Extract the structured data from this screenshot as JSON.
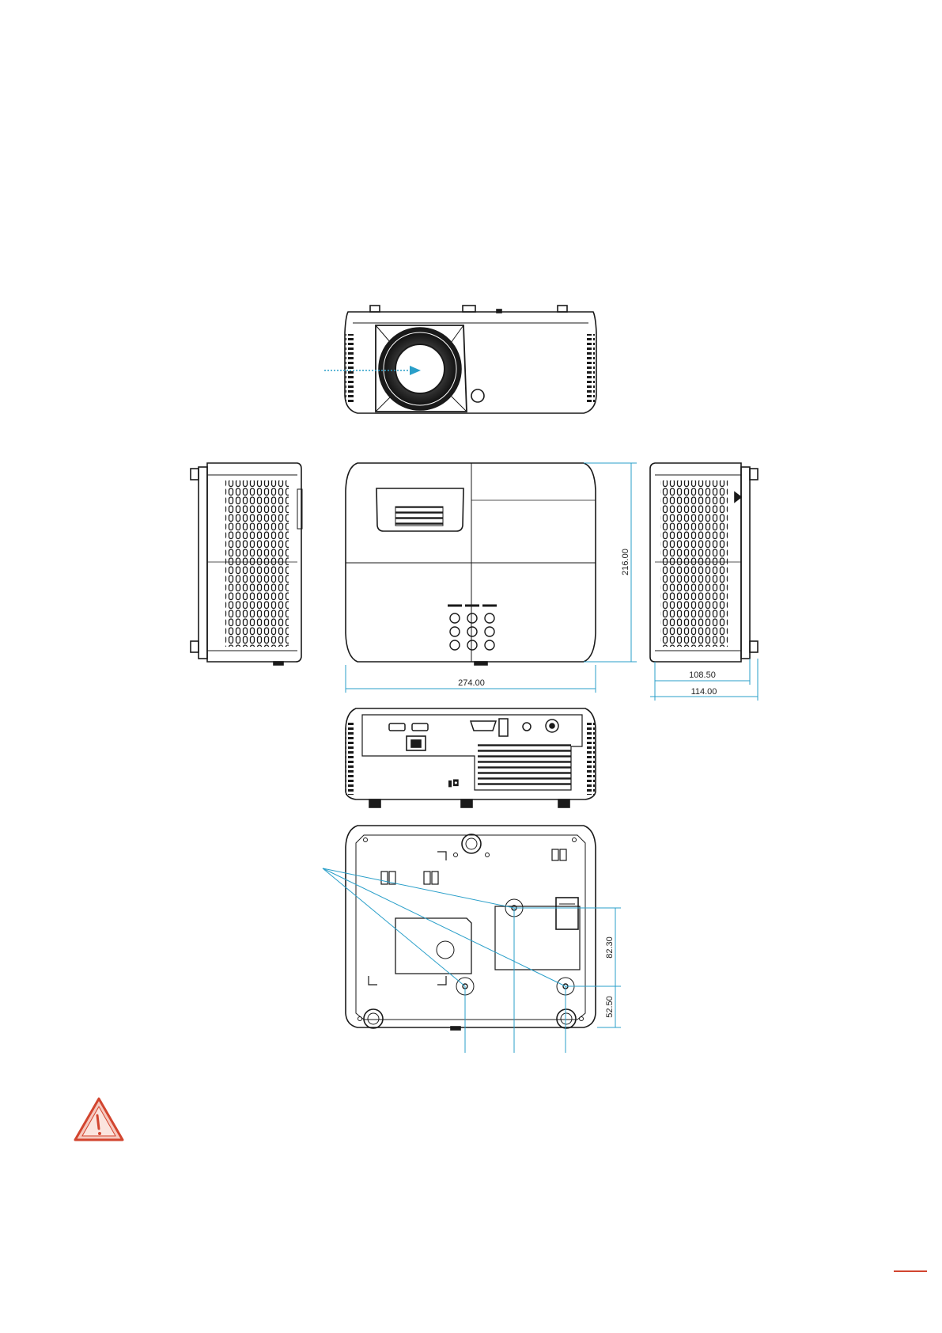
{
  "dimensions": {
    "front_width": "274.00",
    "top_depth": "216.00",
    "side_height_body": "108.50",
    "side_height_total": "114.00",
    "mount_spacing_vertical": "82.30",
    "mount_offset_bottom": "52.50"
  },
  "colors": {
    "line": "#1a1a1a",
    "dimension": "#2a9fc9",
    "warning": "#d2452f",
    "footer_accent": "#d2452f"
  },
  "icons": {
    "warning": "warning-triangle-icon",
    "projection_arrow": "arrow-right-icon"
  }
}
